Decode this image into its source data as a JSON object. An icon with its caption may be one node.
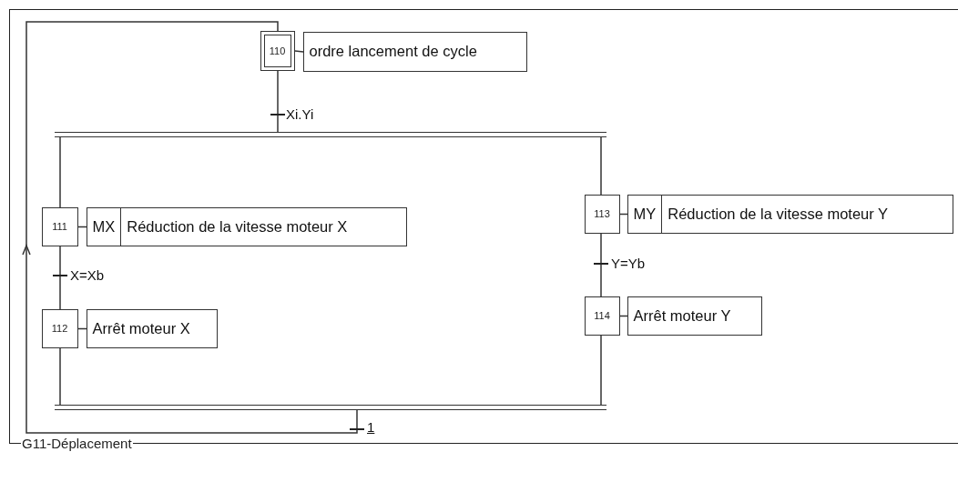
{
  "diagram": {
    "nodes": [
      {
        "text": [
          "G11-Déplacement"
        ]
      },
      {
        "text": [
          "110"
        ],
        "in": 0
      },
      {
        "text": [
          "ordre lancement de cycle"
        ],
        "in": 0
      },
      {
        "text": [],
        "shape": "bar",
        "in": 0
      },
      {
        "text": [
          "111"
        ],
        "in": 0
      },
      {
        "text": [
          "MX",
          "Réduction de la vitesse moteur X"
        ],
        "in": 0
      },
      {
        "text": [
          "113"
        ],
        "in": 0
      },
      {
        "text": [
          "MY",
          "Réduction de la vitesse moteur Y"
        ],
        "in": 0
      },
      {
        "text": [
          "112"
        ],
        "in": 0
      },
      {
        "text": [
          "Arrêt moteur X"
        ],
        "in": 0
      },
      {
        "text": [
          "114"
        ],
        "in": 0
      },
      {
        "text": [
          "Arrêt moteur Y"
        ],
        "in": 0
      },
      {
        "text": [],
        "shape": "bar",
        "in": 0
      }
    ],
    "edges": [
      {
        "from": 1,
        "to": 2,
        "arrow": "none"
      },
      {
        "from": 1,
        "to": 3,
        "arrow": "none",
        "label": "Xi.Yi"
      },
      {
        "from": 3,
        "to": 4,
        "arrow": "none"
      },
      {
        "from": 3,
        "to": 6,
        "arrow": "none"
      },
      {
        "from": 4,
        "to": 5,
        "arrow": "none"
      },
      {
        "from": 6,
        "to": 7,
        "arrow": "none"
      },
      {
        "from": 4,
        "to": 8,
        "arrow": "none",
        "label": "X=Xb"
      },
      {
        "from": 6,
        "to": 10,
        "arrow": "none",
        "label": "Y=Yb"
      },
      {
        "from": 8,
        "to": 9,
        "arrow": "none"
      },
      {
        "from": 10,
        "to": 11,
        "arrow": "none"
      },
      {
        "from": 8,
        "to": 12,
        "arrow": "none"
      },
      {
        "from": 10,
        "to": 12,
        "arrow": "none"
      },
      {
        "from": 12,
        "to": 1,
        "arrow": "to",
        "label": "1"
      }
    ]
  }
}
